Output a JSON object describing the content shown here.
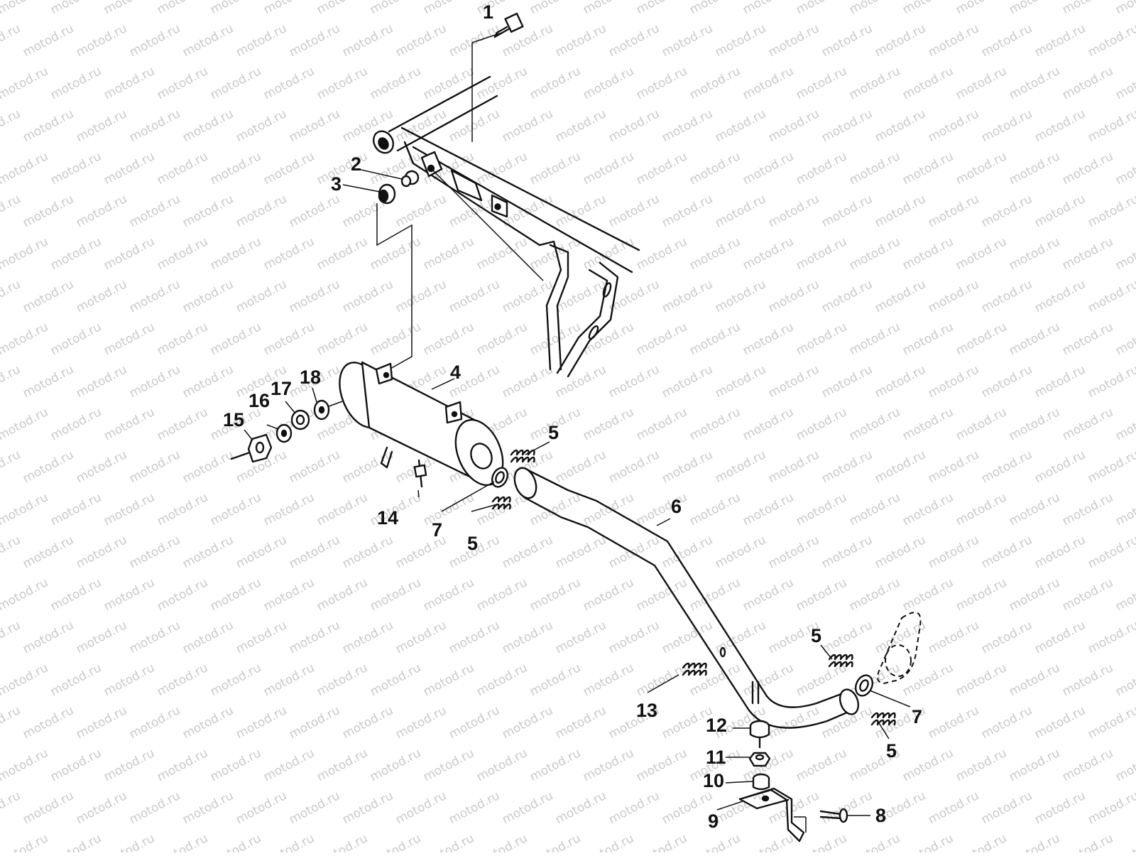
{
  "watermark": {
    "text": "motod.ru",
    "color": "#c9c9c9"
  },
  "diagram": {
    "type": "exploded-parts-diagram",
    "subject": "exhaust system",
    "callouts": [
      "1",
      "2",
      "3",
      "4",
      "5",
      "5",
      "5",
      "5",
      "6",
      "7",
      "7",
      "8",
      "9",
      "10",
      "11",
      "12",
      "13",
      "14",
      "15",
      "16",
      "17",
      "18"
    ]
  }
}
